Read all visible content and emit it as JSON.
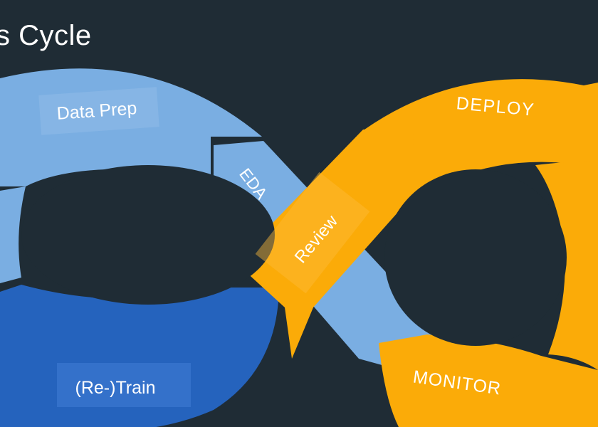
{
  "title": "s Cycle",
  "colors": {
    "background": "#1f2c35",
    "light_blue": "#7aaee2",
    "dark_blue": "#2563bd",
    "orange": "#fbab08",
    "label_light": "#ffffff"
  },
  "stages": {
    "data_prep": "Data Prep",
    "eda": "EDA",
    "retrain": "(Re-)Train",
    "review": "Review",
    "deploy": "DEPLOY",
    "monitor": "MONITOR"
  }
}
